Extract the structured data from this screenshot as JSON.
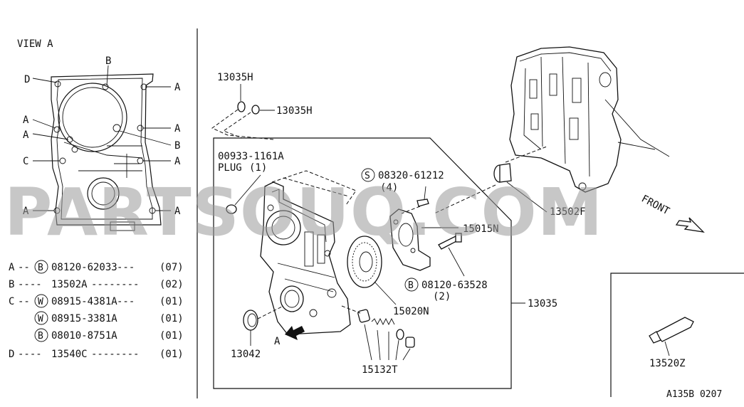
{
  "view_title": "VIEW A",
  "view_letters": {
    "a": "A",
    "b": "B",
    "c": "C",
    "d": "D"
  },
  "legend": [
    {
      "key": "A",
      "dashes": "--",
      "symbol": "B",
      "part": "08120-62033",
      "trail": "---",
      "qty": "(07)"
    },
    {
      "key": "B",
      "dashes": "----",
      "symbol": "",
      "part": "13502A",
      "trail": "--------",
      "qty": "(02)"
    },
    {
      "key": "C",
      "dashes": "--",
      "symbol": "W",
      "part": "08915-4381A",
      "trail": "---",
      "qty": "(01)"
    },
    {
      "key": "",
      "dashes": "",
      "symbol": "W",
      "part": "08915-3381A",
      "trail": "",
      "qty": "(01)"
    },
    {
      "key": "",
      "dashes": "",
      "symbol": "B",
      "part": "08010-8751A",
      "trail": "",
      "qty": "(01)"
    },
    {
      "key": "D",
      "dashes": "----",
      "symbol": "",
      "part": "13540C",
      "trail": "--------",
      "qty": "(01)"
    }
  ],
  "callouts": {
    "p13035h_a": "13035H",
    "p13035h_b": "13035H",
    "plug_code": "00933-1161A",
    "plug_name": "PLUG",
    "plug_qty": "(1)",
    "screw_symbol": "S",
    "screw_code": "08320-61212",
    "screw_qty": "(4)",
    "p15015n": "15015N",
    "bolt_symbol": "B",
    "bolt_code": "08120-63528",
    "bolt_qty": "(2)",
    "p15020n": "15020N",
    "p13035": "13035",
    "p13042": "13042",
    "p15132t": "15132T",
    "p13502f": "13502F",
    "p13520z": "13520Z",
    "view_arrow": "A",
    "front": "FRONT"
  },
  "watermark": "PARTSOUQ.COM",
  "diagram_code": "A135B 0207"
}
